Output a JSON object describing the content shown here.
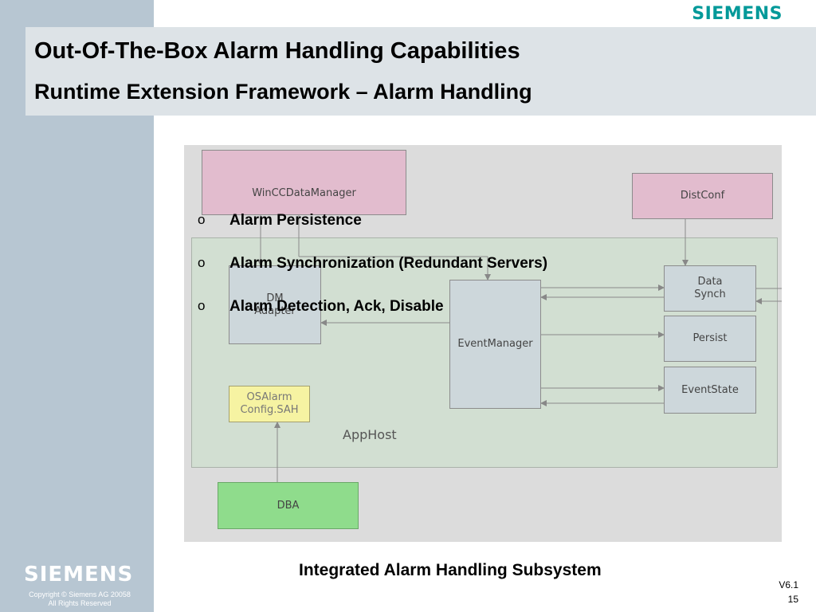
{
  "branding": {
    "top_logo": "SIEMENS",
    "side_logo": "SIEMENS",
    "copyright_line1": "Copyright ©  Siemens AG  20058",
    "copyright_line2": "All  Rights  Reserved"
  },
  "header": {
    "title": "Out-Of-The-Box Alarm Handling Capabilities",
    "subtitle": "Runtime Extension Framework – Alarm Handling"
  },
  "diagram": {
    "container_label": "AppHost",
    "nodes": {
      "wincc": "WinCCDataManager",
      "distconf": "DistConf",
      "dm_adapter_line1": "DM",
      "dm_adapter_line2": "Adapter",
      "event_manager": "EventManager",
      "data_synch_line1": "Data",
      "data_synch_line2": "Synch",
      "persist": "Persist",
      "event_state": "EventState",
      "osalarm_line1": "OSAlarm",
      "osalarm_line2": "Config.SAH",
      "dba": "DBA"
    }
  },
  "bullets": {
    "marker": "o",
    "items": [
      "Alarm Persistence",
      "Alarm Synchronization (Redundant Servers)",
      "Alarm Detection, Ack, Disable"
    ]
  },
  "caption": "Integrated Alarm Handling Subsystem",
  "footer": {
    "version": "V6.1",
    "page": "15"
  },
  "colors": {
    "brand": "#009999",
    "sidebar": "#b7c6d2",
    "node_pink": "#e2bcce",
    "node_gray": "#cdd7db",
    "node_yellow": "#f6f3a2",
    "node_green": "#8fdc8c"
  }
}
